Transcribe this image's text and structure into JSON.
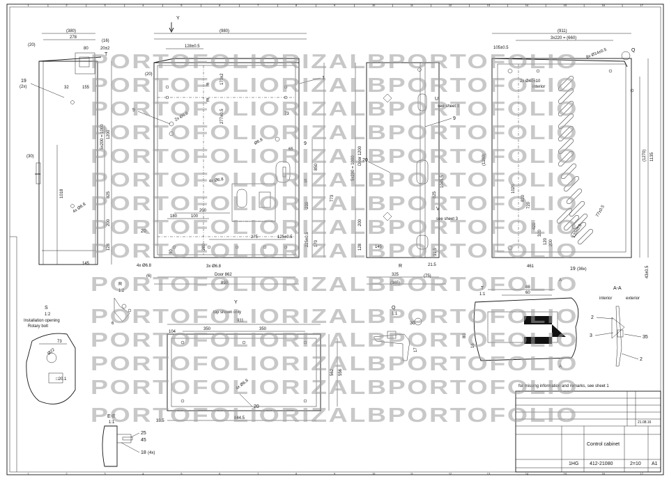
{
  "drawing": {
    "title": "Control cabinet",
    "number": "412-21080",
    "prefix": "1HG",
    "sheet": "2=10",
    "format": "A1",
    "note": "for missing information and remarks, see sheet 1",
    "watermark": "PORTOFOLIORIZALBPORTOFOLIO",
    "date": "21.08.16"
  },
  "grid": {
    "columns": [
      "1",
      "2",
      "3",
      "4",
      "5",
      "6",
      "7",
      "8",
      "9",
      "10",
      "11",
      "12",
      "13",
      "14",
      "15",
      "16",
      "17"
    ]
  },
  "views": {
    "front": {
      "width_total": "(980)",
      "width_mid": "890",
      "door": "Door 862",
      "d1": "128±0.5",
      "d2": "200",
      "d3": "180",
      "d4": "100",
      "d5": "275",
      "d6": "125±0.5",
      "d7": "(20)",
      "d8": "(6)",
      "d9": "4x Ø6.8",
      "d10": "3x Ø6.8",
      "d11": "4x Ø6.8",
      "d12": "2x Ø6.8",
      "d13": "Ø6.8",
      "h1": "773",
      "h2": "850",
      "h3": "230",
      "h4": "170",
      "h5": "225±0.5",
      "h6": "90",
      "h7": "65",
      "h8": "73",
      "h9": "277±0.5",
      "h10": "173±2",
      "h11": "280",
      "callout_1": "1",
      "callout_9": "9",
      "callout_20": "20",
      "label_E": "E",
      "label_S": "S",
      "label_Y": "Y"
    },
    "side_left": {
      "d1": "(380)",
      "d2": "278",
      "d3": "(20)",
      "d4": "(16)",
      "d5": "80",
      "d6": "20±2",
      "d7": "155",
      "d8": "32",
      "d9": "145",
      "d10": "(30)",
      "h1": "1018",
      "h2": "5x200 = 1000",
      "h3": "1200",
      "h4": "825",
      "h5": "200",
      "h6": "128",
      "h7": "4x Ø6.8",
      "callout": "19",
      "callout_sub": "(2x)",
      "label_T": "T"
    },
    "side_right": {
      "d1": "325",
      "d2": "(365)",
      "d3": "145",
      "d4": "(75)",
      "d5": "21.5",
      "d6": "31.5",
      "h1": "5x200 = 1000",
      "h2": "Door 1200",
      "h3": "1045.5",
      "h4": "825",
      "h5": "200",
      "h6": "128",
      "callout_9": "9",
      "callout_20": "20",
      "callout_U": "U",
      "note_U": "see sheet 3",
      "callout_V": "V",
      "note_V": "see sheet 3",
      "label_R": "R"
    },
    "rear": {
      "d1": "(911)",
      "d2": "3x220 = (660)",
      "d3": "105±0.5",
      "d4": "8x Ø14±0.5",
      "d5": "2x Ø40±10",
      "d6": "interior",
      "h1": "1135",
      "h2": "(1270)",
      "h3": "1020",
      "h4": "(1269)",
      "h5": "820",
      "h6": "720",
      "h7": "420",
      "h8": "320",
      "h9": "120",
      "h10": "200",
      "d7": "461",
      "d8": "77±0.5",
      "d9": "120±0.5",
      "d10": "43±0.5",
      "callout": "19",
      "callout_sub": "(36x)",
      "label_Q": "Q"
    },
    "top": {
      "label": "Y",
      "sub": "top shown only",
      "d1": "911",
      "d2": "350",
      "d3": "350",
      "d4": "104",
      "d5": "844.5",
      "d6": "33.5",
      "h1": "562",
      "h2": "556",
      "d7": "4x Ø6.8",
      "callout": "20"
    },
    "detail_s": {
      "label": "S",
      "scale": "1:2",
      "title": "Installation opening",
      "sub": "Rotary bolt",
      "d1": "73",
      "d2": "Ø22",
      "d3": "□20.1"
    },
    "detail_r": {
      "label": "R",
      "scale": "1:2",
      "d1": "6"
    },
    "detail_q": {
      "label": "Q",
      "scale": "1:1",
      "callout": "36",
      "d1": "17"
    },
    "detail_t": {
      "label": "T",
      "scale": "1:1",
      "d1": "88",
      "d2": "60",
      "d3": "80",
      "d4": "16"
    },
    "section_aa": {
      "label": "A-A",
      "left": "interior",
      "right": "exterior",
      "callout_2": "2",
      "callout_3": "3",
      "callout_35": "35",
      "callout_2b": "2",
      "arrow": "A"
    },
    "detail_e": {
      "label": "E-E",
      "scale": "1:1",
      "callout_25": "25",
      "callout_45": "45",
      "callout_18": "18",
      "callout_18_sub": "(4x)"
    }
  }
}
